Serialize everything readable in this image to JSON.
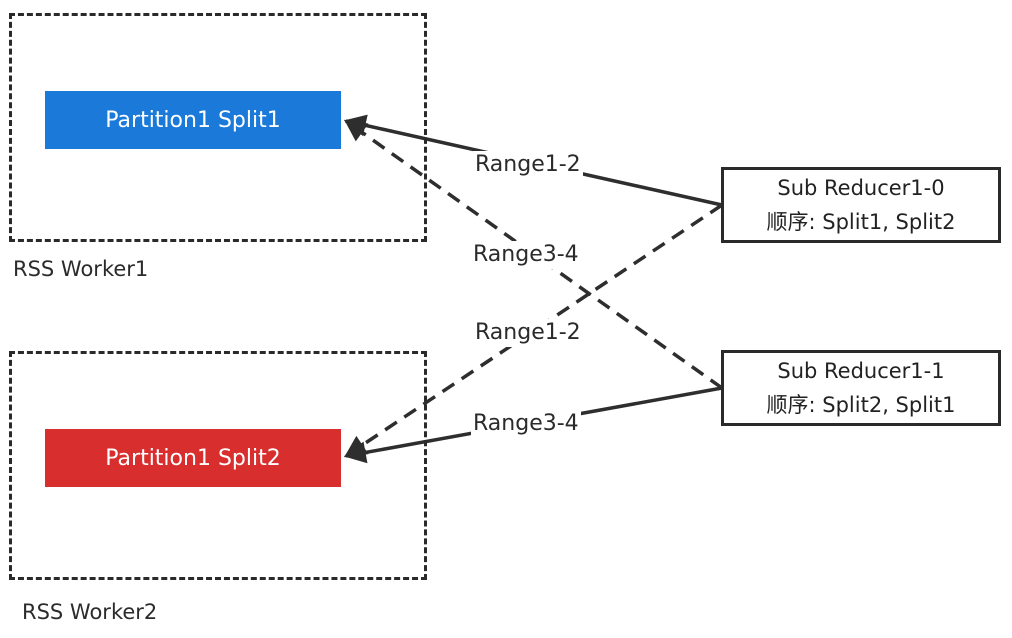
{
  "workers": [
    {
      "label": "RSS Worker1",
      "partition": {
        "label": "Partition1 Split1",
        "color": "#1a79d9"
      }
    },
    {
      "label": "RSS Worker2",
      "partition": {
        "label": "Partition1 Split2",
        "color": "#d82e2e"
      }
    }
  ],
  "reducers": [
    {
      "title": "Sub Reducer1-0",
      "order": "顺序: Split1, Split2"
    },
    {
      "title": "Sub Reducer1-1",
      "order": "顺序: Split2, Split1"
    }
  ],
  "connections": [
    {
      "from": "Sub Reducer1-0",
      "to": "Partition1 Split1",
      "label": "Range1-2",
      "style": "solid"
    },
    {
      "from": "Sub Reducer1-0",
      "to": "Partition1 Split2",
      "label": "Range1-2",
      "style": "dashed"
    },
    {
      "from": "Sub Reducer1-1",
      "to": "Partition1 Split1",
      "label": "Range3-4",
      "style": "dashed"
    },
    {
      "from": "Sub Reducer1-1",
      "to": "Partition1 Split2",
      "label": "Range3-4",
      "style": "solid"
    }
  ],
  "colors": {
    "line": "#2e2e2e",
    "border": "#2a2a2a",
    "text": "#2b2b2b"
  }
}
